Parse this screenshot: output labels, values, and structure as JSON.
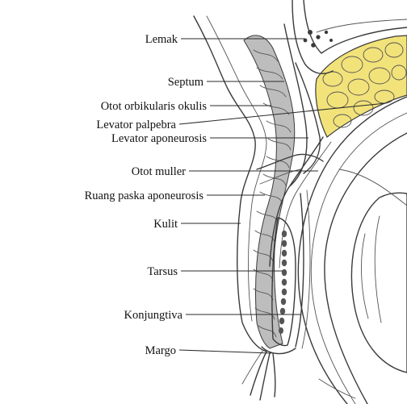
{
  "labels": {
    "lemak": "Lemak",
    "septum": "Septum",
    "orbicularis": "Otot orbikularis okulis",
    "levator_palpebra": "Levator palpebra",
    "levator_aponeurosis": "Levator aponeurosis",
    "muller": "Otot muller",
    "ruang_paska": "Ruang paska aponeurosis",
    "kulit": "Kulit",
    "tarsus": "Tarsus",
    "konjungtiva": "Konjungtiva",
    "margo": "Margo"
  },
  "colors": {
    "fat": "#f2e27a",
    "muscle": "#bdbdbd",
    "line": "#3a3a3a",
    "background": "#ffffff"
  }
}
